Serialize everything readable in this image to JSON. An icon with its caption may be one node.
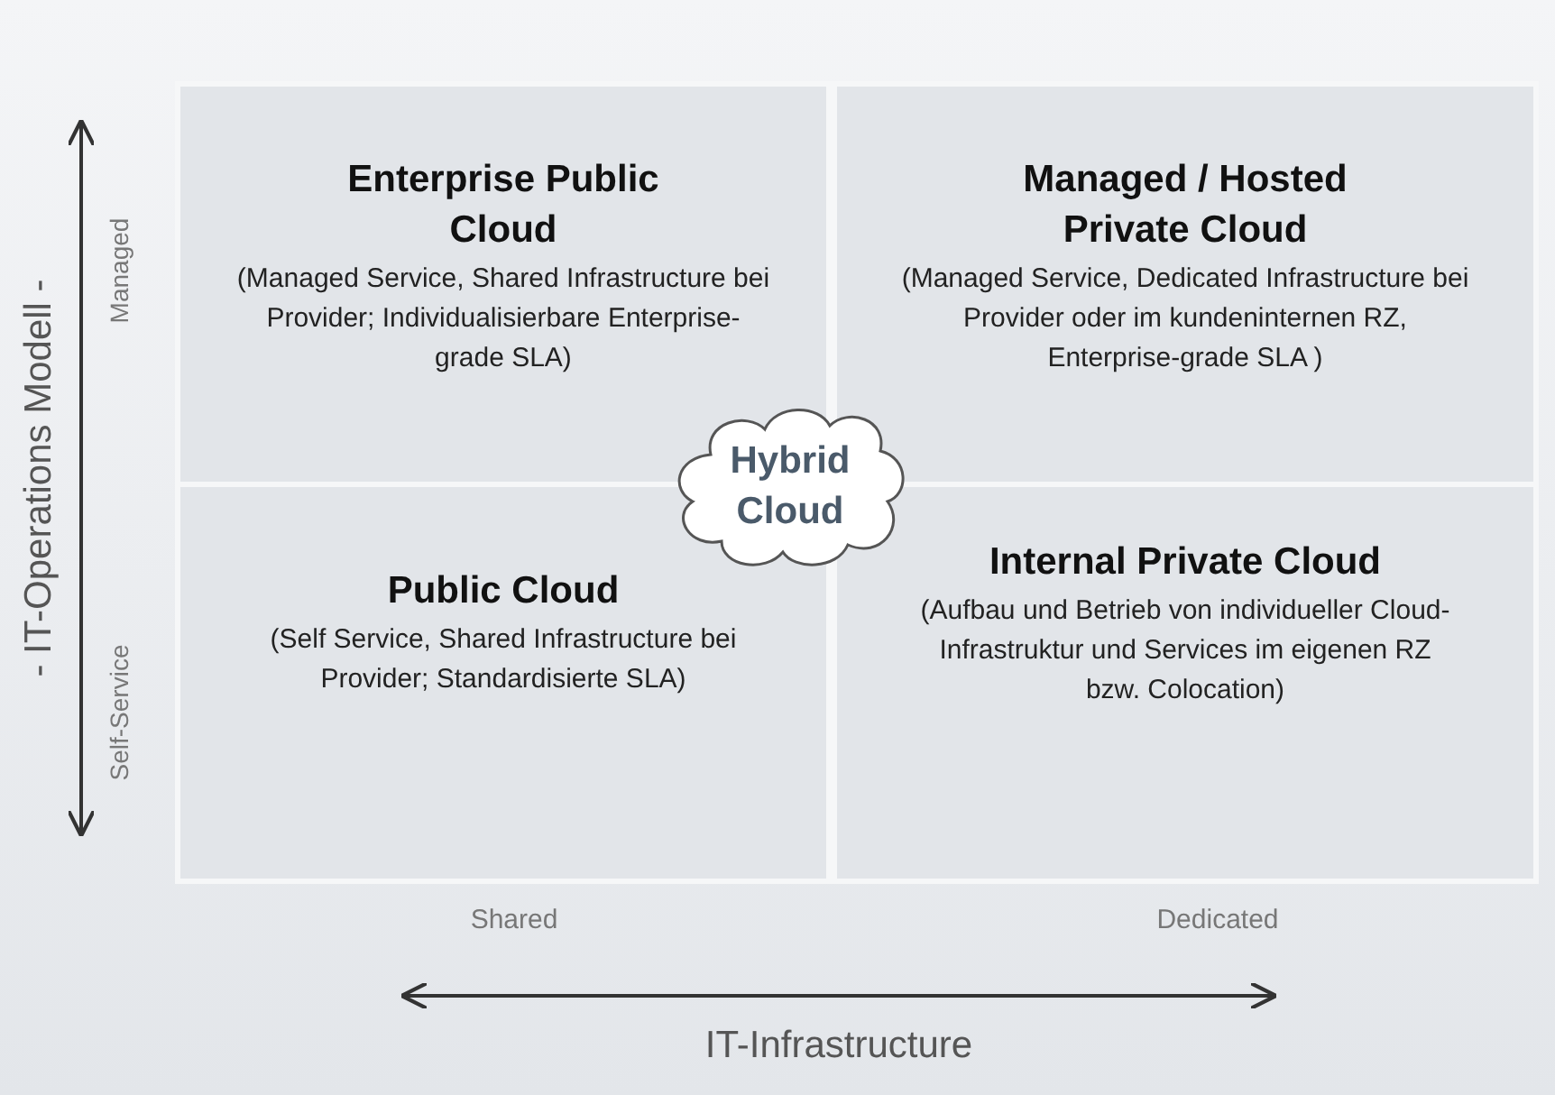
{
  "diagram": {
    "nodes": [
      {
        "text": [
          "Enterprise Public Cloud",
          "(Managed Service, Shared Infrastructure bei Provider; Individualisierbare Enterprise-grade SLA)"
        ]
      },
      {
        "text": [
          "Managed / Hosted Private Cloud",
          "(Managed Service, Dedicated Infrastructure bei Provider oder im kundeninternen RZ, Enterprise-grade SLA )"
        ]
      },
      {
        "text": [
          "Public Cloud",
          "(Self Service, Shared Infrastructure bei Provider; Standardisierte SLA)"
        ]
      },
      {
        "text": [
          "Internal Private Cloud",
          "(Aufbau und Betrieb von individueller Cloud-Infrastruktur und Services im eigenen RZ bzw. Colocation)"
        ]
      },
      {
        "text": [
          "Hybrid Cloud"
        ]
      }
    ],
    "edges": [],
    "labels": [
      "- IT-Operations Modell -",
      "Managed",
      "Self-Service",
      "Shared",
      "Dedicated",
      "IT-Infrastructure"
    ]
  }
}
